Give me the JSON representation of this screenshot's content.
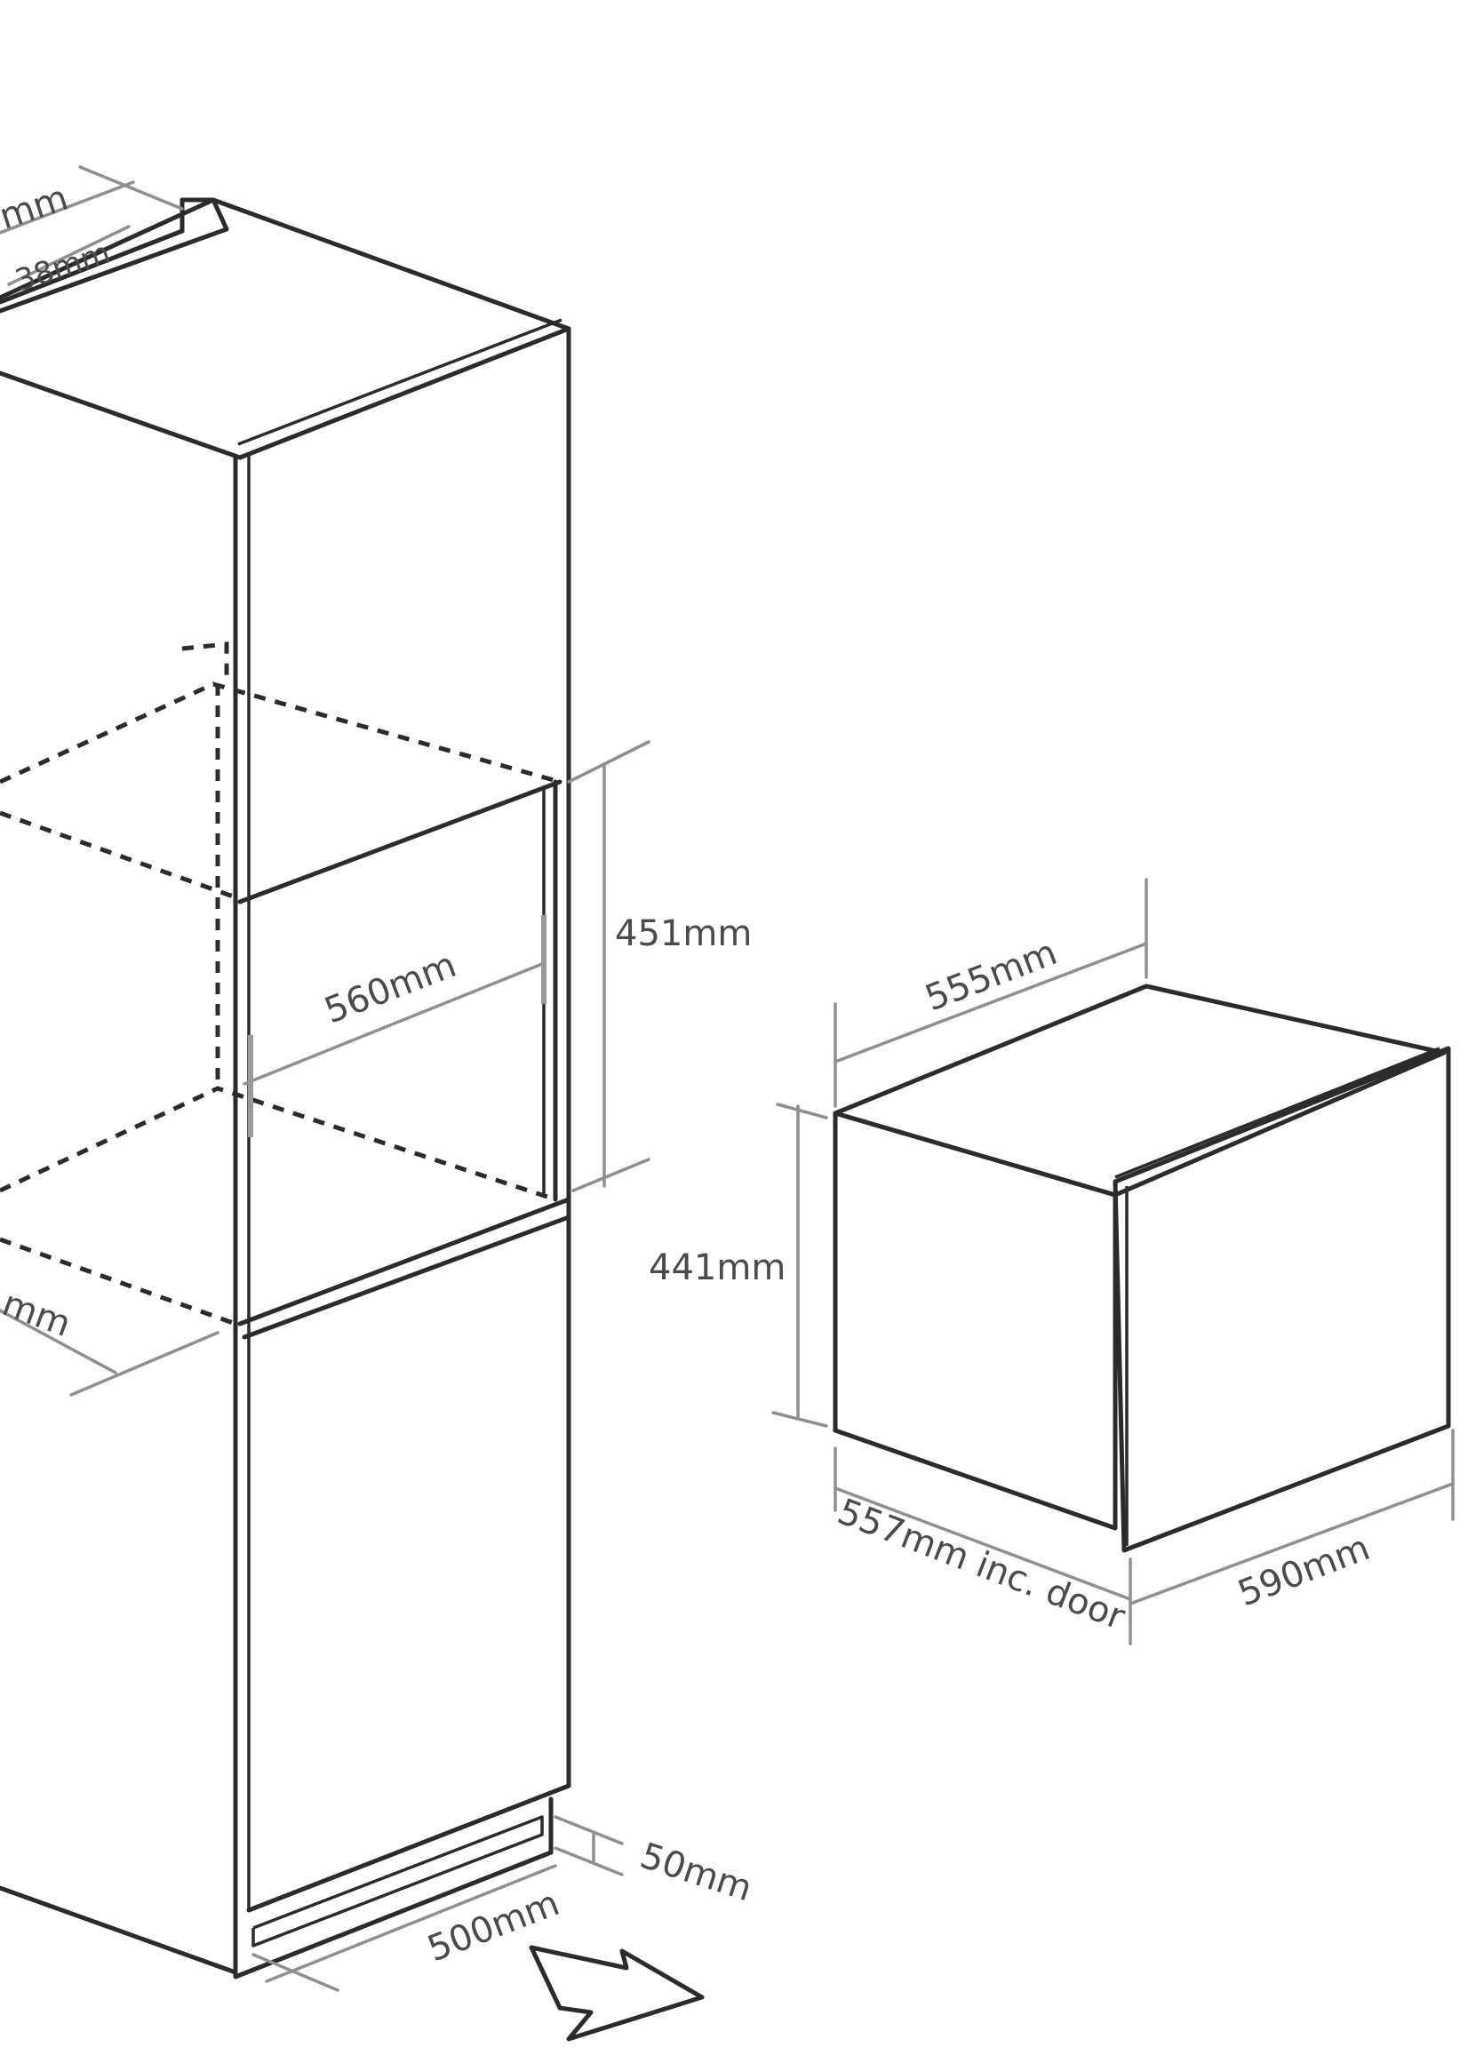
{
  "cabinet": {
    "top_outer_label": "mm",
    "top_inner_label": "38mm",
    "left_depth_label": "mm",
    "opening_width_label": "560mm",
    "opening_height_label": "451mm",
    "plinth_height_label": "50mm",
    "plinth_width_label": "500mm"
  },
  "appliance": {
    "top_depth_label": "555mm",
    "height_label": "441mm",
    "depth_label": "557mm inc. door",
    "width_label": "590mm"
  },
  "icons": {
    "airflow_arrow": "arrow-icon"
  }
}
